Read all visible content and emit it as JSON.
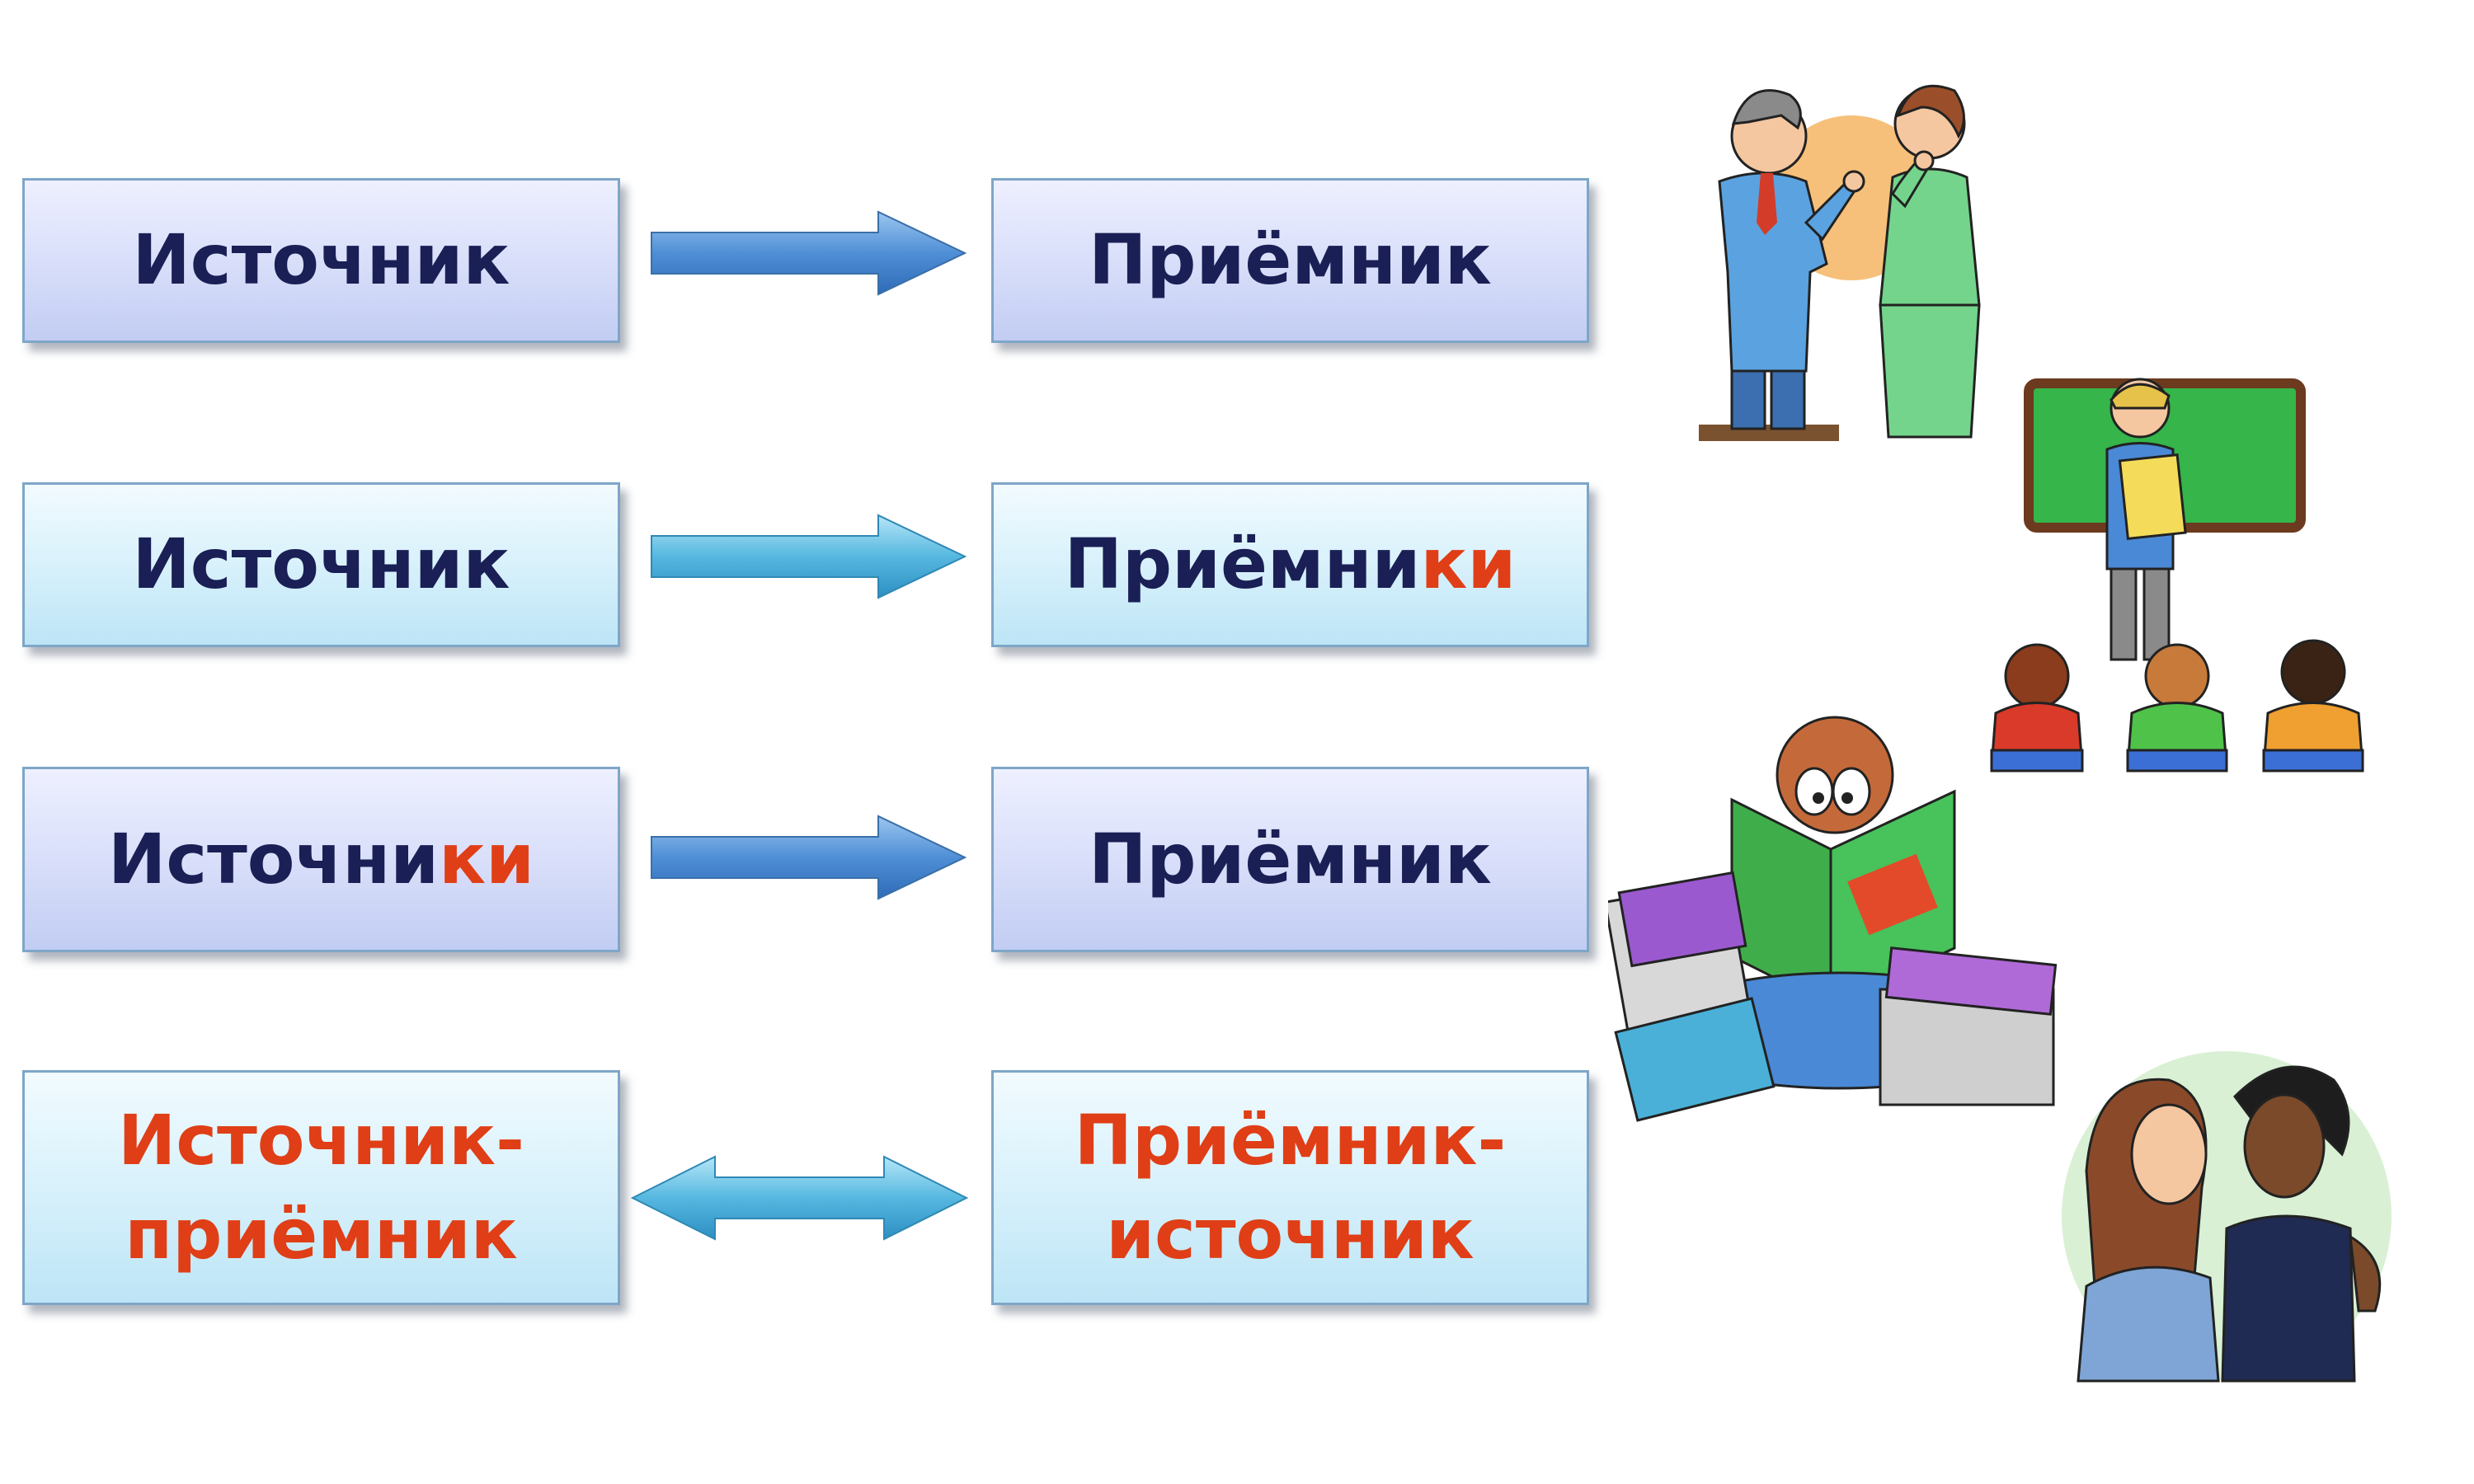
{
  "rows": [
    {
      "source": {
        "base": "Источник",
        "suffix": ""
      },
      "receiver": {
        "base": "Приёмник",
        "suffix": ""
      },
      "arrow": "right"
    },
    {
      "source": {
        "base": "Источник",
        "suffix": ""
      },
      "receiver": {
        "base": "Приёмни",
        "suffix": "ки"
      },
      "arrow": "right"
    },
    {
      "source": {
        "base": "Источни",
        "suffix": "ки"
      },
      "receiver": {
        "base": "Приёмник",
        "suffix": ""
      },
      "arrow": "right"
    },
    {
      "source": {
        "line1": "Источник-",
        "line2": "приёмник"
      },
      "receiver": {
        "line1": "Приёмник-",
        "line2": "источник"
      },
      "arrow": "both"
    }
  ],
  "colors": {
    "text_dark": "#1a1f55",
    "text_red": "#e03e16",
    "box_lavender": "#d9dffa",
    "box_cyan": "#d8f1fb",
    "arrow_blue": "#5a93d6",
    "arrow_cyan": "#5fbfe3"
  },
  "illustrations": [
    "two-people-talking-icon",
    "teacher-with-class-icon",
    "boy-reading-magazines-icon",
    "two-girls-talking-icon"
  ]
}
